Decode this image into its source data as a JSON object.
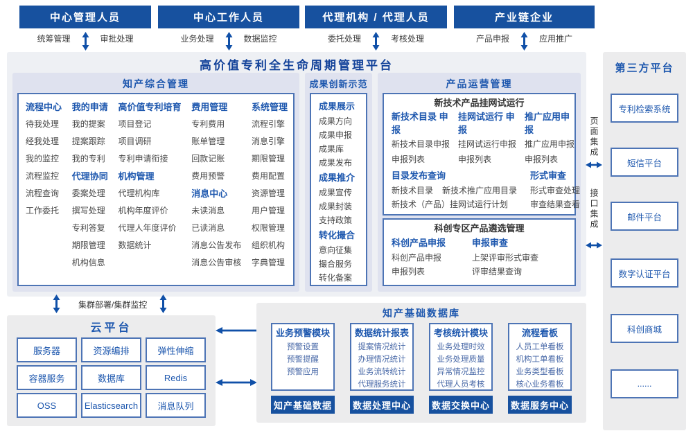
{
  "colors": {
    "header_blue": "#17519f",
    "accent_blue": "#1d57ae",
    "title_navy": "#14439a",
    "arrow_blue": "#1050a8",
    "section_bg": "#dfe2ef",
    "panel_bg": "#ececed",
    "box_border": "#4d74b5"
  },
  "roles": [
    {
      "title": "中心管理人员",
      "left": "统筹管理",
      "right": "审批处理"
    },
    {
      "title": "中心工作人员",
      "left": "业务处理",
      "right": "数据监控"
    },
    {
      "title": "代理机构 / 代理人员",
      "left": "委托处理",
      "right": "考核处理"
    },
    {
      "title": "产业链企业",
      "left": "产品申报",
      "right": "应用推广"
    }
  ],
  "platform": {
    "title": "高价值专利全生命周期管理平台"
  },
  "ip": {
    "title": "知产综合管理",
    "columns": [
      {
        "groups": [
          {
            "header": "流程中心",
            "items": [
              "待我处理",
              "经我处理",
              "我的监控",
              "流程监控",
              "流程查询",
              "工作委托"
            ]
          }
        ]
      },
      {
        "groups": [
          {
            "header": "我的申请",
            "items": [
              "我的提案",
              "提案跟踪",
              "我的专利"
            ]
          },
          {
            "header": "代理协同",
            "items": [
              "委案处理",
              "撰写处理",
              "专利答复",
              "期限管理",
              "机构信息"
            ]
          }
        ]
      },
      {
        "groups": [
          {
            "header": "高价值专利培育",
            "items": [
              "项目登记",
              "项目调研",
              "专利申请衔接"
            ]
          },
          {
            "header": "机构管理",
            "items": [
              "代理机构库",
              "机构年度评价",
              "代理人年度评价",
              "数据统计"
            ]
          }
        ]
      },
      {
        "groups": [
          {
            "header": "费用管理",
            "items": [
              "专利费用",
              "账单管理",
              "回款记账",
              "费用预警"
            ]
          },
          {
            "header": "消息中心",
            "items": [
              "未读消息",
              "已读消息",
              "消息公告发布",
              "消息公告审核"
            ]
          }
        ]
      },
      {
        "groups": [
          {
            "header": "系统管理",
            "items": [
              "流程引擎",
              "消息引擎",
              "期限管理",
              "费用配置",
              "资源管理",
              "用户管理",
              "权限管理",
              "组织机构",
              "字典管理"
            ]
          }
        ]
      }
    ]
  },
  "ach": {
    "title": "成果创新示范",
    "groups": [
      {
        "header": "成果展示",
        "items": [
          "成果方向",
          "成果申报",
          "成果库",
          "成果发布"
        ]
      },
      {
        "header": "成果推介",
        "items": [
          "成果宣传",
          "成果封装",
          "支持政策"
        ]
      },
      {
        "header": "转化撮合",
        "items": [
          "意向征集",
          "撮合服务",
          "转化备案"
        ]
      }
    ]
  },
  "po": {
    "title": "产品运营管理",
    "box1": {
      "title": "新技术产品挂网试运行",
      "cols": [
        {
          "header": "新技术目录 申报",
          "items": [
            "新技术目录申报",
            "申报列表"
          ]
        },
        {
          "header": "挂网试运行 申报",
          "items": [
            "挂网试运行申报",
            "申报列表"
          ]
        },
        {
          "header": "推广应用申报",
          "items": [
            "推广应用申报",
            "申报列表"
          ]
        }
      ],
      "catalog": {
        "header": "目录发布查询",
        "items": [
          "新技术目录",
          "新技术推广应用目录",
          "新技术（产品）挂网试运行计划"
        ]
      },
      "review": {
        "header": "形式审查",
        "items": [
          "形式审查处理",
          "审查结果查看"
        ]
      }
    },
    "box2": {
      "title": "科创专区产品遴选管理",
      "cols": [
        {
          "header": "科创产品申报",
          "items": [
            "科创产品申报",
            "申报列表"
          ]
        },
        {
          "header": "申报审查",
          "items": [
            "上架评审形式审查",
            "评审结果查询"
          ]
        }
      ]
    }
  },
  "cluster_label": "集群部署/集群监控",
  "cloud": {
    "title": "云平台",
    "boxes": [
      "服务器",
      "资源编排",
      "弹性伸缩",
      "容器服务",
      "数据库",
      "Redis",
      "OSS",
      "Elasticsearch",
      "消息队列"
    ]
  },
  "db": {
    "title": "知产基础数据库",
    "modules": [
      {
        "header": "业务预警模块",
        "items": [
          "预警设置",
          "预警提醒",
          "预警应用"
        ],
        "footer": "知产基础数据"
      },
      {
        "header": "数据统计报表",
        "items": [
          "提案情况统计",
          "办理情况统计",
          "业务流转统计",
          "代理服务统计"
        ],
        "footer": "数据处理中心"
      },
      {
        "header": "考核统计模块",
        "items": [
          "业务处理时效",
          "业务处理质量",
          "异常情况监控",
          "代理人员考核"
        ],
        "footer": "数据交换中心"
      },
      {
        "header": "流程看板",
        "items": [
          "人员工单看板",
          "机构工单看板",
          "业务类型看板",
          "核心业务看板"
        ],
        "footer": "数据服务中心"
      }
    ]
  },
  "tp": {
    "title": "第三方平台",
    "boxes": [
      "专利检索系统",
      "短信平台",
      "邮件平台",
      "数字认证平台",
      "科创商城",
      "......"
    ]
  },
  "integration": {
    "page": "页面集成",
    "api": "接口集成"
  }
}
